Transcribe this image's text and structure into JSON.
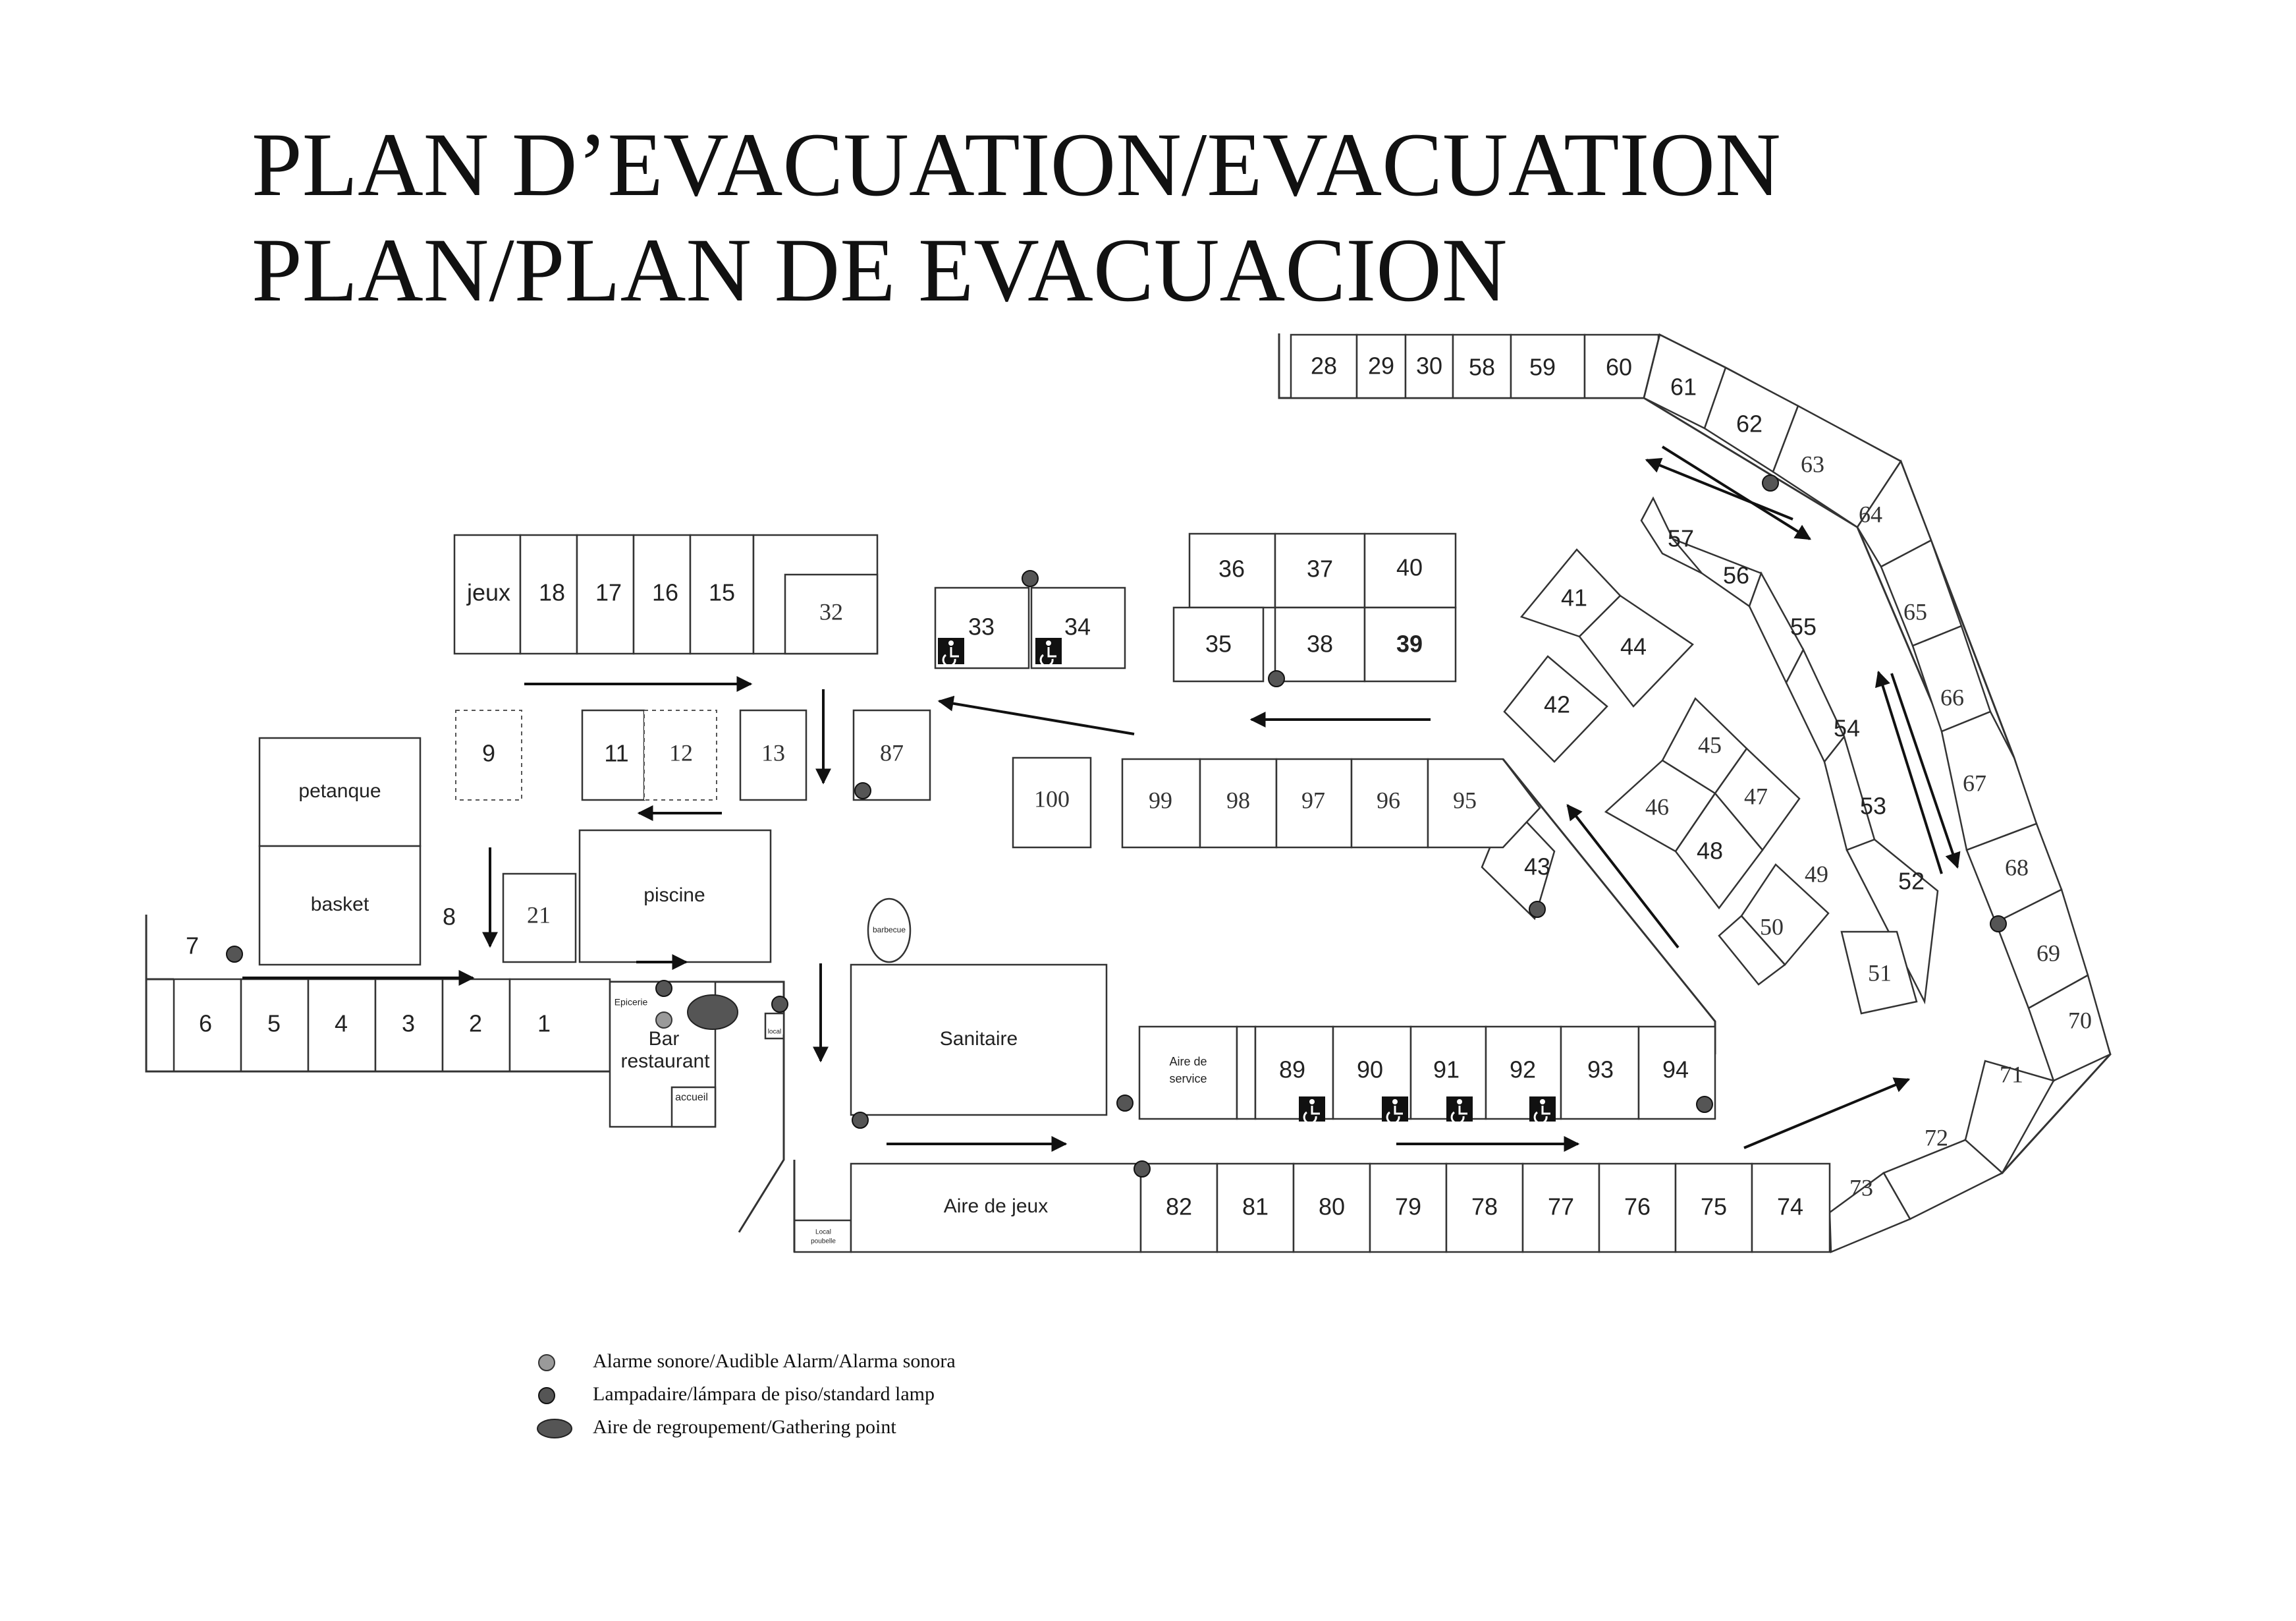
{
  "title": {
    "line1": "PLAN D’EVACUATION/EVACUATION",
    "line2": "PLAN/PLAN DE EVACUACION"
  },
  "facilities": {
    "jeux": "jeux",
    "petanque": "petanque",
    "basket": "basket",
    "piscine": "piscine",
    "barbecue": "barbecue",
    "sanitaire": "Sanitaire",
    "aire_de_service_1": "Aire de",
    "aire_de_service_2": "service",
    "aire_de_jeux": "Aire de jeux",
    "epicerie": "Epicerie",
    "bar_1": "Bar",
    "bar_2": "restaurant",
    "accueil": "accueil",
    "local_tech": "local",
    "local_poubelle_1": "Local",
    "local_poubelle_2": "poubelle"
  },
  "pitches": {
    "p1": "1",
    "p2": "2",
    "p3": "3",
    "p4": "4",
    "p5": "5",
    "p6": "6",
    "p7": "7",
    "p8": "8",
    "p9": "9",
    "p11": "11",
    "p12": "12",
    "p13": "13",
    "p15": "15",
    "p16": "16",
    "p17": "17",
    "p18": "18",
    "p21": "21",
    "p28": "28",
    "p29": "29",
    "p30": "30",
    "p32": "32",
    "p33": "33",
    "p34": "34",
    "p35": "35",
    "p36": "36",
    "p37": "37",
    "p38": "38",
    "p39": "39",
    "p40": "40",
    "p41": "41",
    "p42": "42",
    "p43": "43",
    "p44": "44",
    "p45": "45",
    "p46": "46",
    "p47": "47",
    "p48": "48",
    "p49": "49",
    "p50": "50",
    "p51": "51",
    "p52": "52",
    "p53": "53",
    "p54": "54",
    "p55": "55",
    "p56": "56",
    "p57": "57",
    "p58": "58",
    "p59": "59",
    "p60": "60",
    "p61": "61",
    "p62": "62",
    "p63": "63",
    "p64": "64",
    "p65": "65",
    "p66": "66",
    "p67": "67",
    "p68": "68",
    "p69": "69",
    "p70": "70",
    "p71": "71",
    "p72": "72",
    "p73": "73",
    "p74": "74",
    "p75": "75",
    "p76": "76",
    "p77": "77",
    "p78": "78",
    "p79": "79",
    "p80": "80",
    "p81": "81",
    "p82": "82",
    "p87": "87",
    "p89": "89",
    "p90": "90",
    "p91": "91",
    "p92": "92",
    "p93": "93",
    "p94": "94",
    "p95": "95",
    "p96": "96",
    "p97": "97",
    "p98": "98",
    "p99": "99",
    "p100": "100"
  },
  "legend": {
    "alarm": "Alarme sonore/Audible Alarm/Alarma sonora",
    "lamp": "Lampadaire/lámpara de piso/standard lamp",
    "gathering": "Aire de regroupement/Gathering point"
  },
  "icons": {
    "lamp": "standard-lamp-marker",
    "alarm": "audible-alarm-marker",
    "gathering": "gathering-point-marker",
    "wheelchair": "wheelchair-icon",
    "arrow": "evacuation-arrow"
  },
  "colors": {
    "lamp": "#555555",
    "alarm": "#9a9a9a",
    "gathering": "#555555",
    "ink": "#222222"
  }
}
